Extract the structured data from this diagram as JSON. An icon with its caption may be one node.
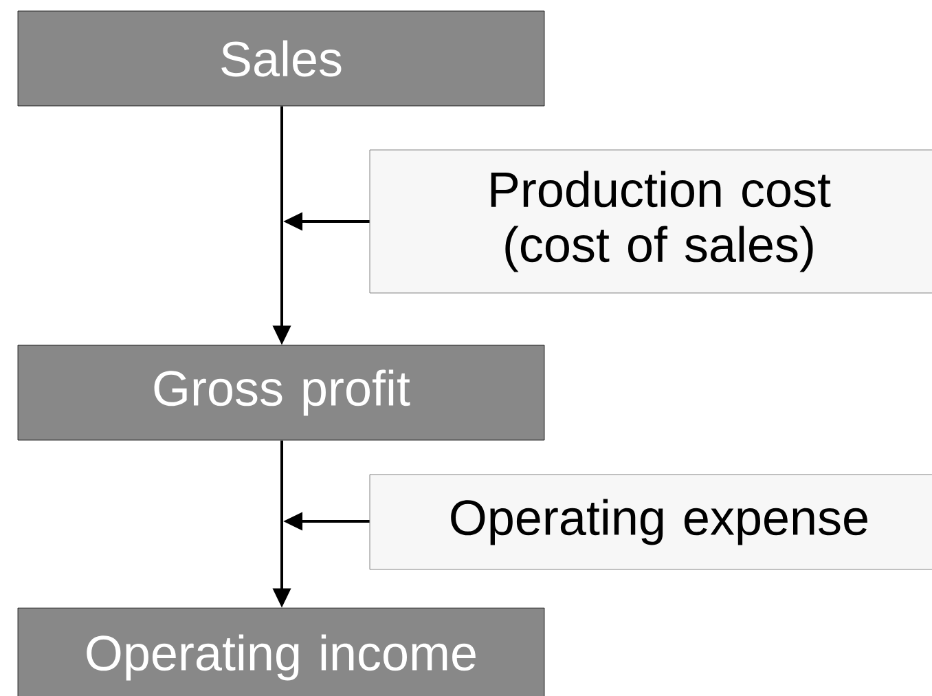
{
  "diagram": {
    "nodes": [
      {
        "text": [
          "Sales"
        ]
      },
      {
        "text": [
          "Production cost (cost of sales)"
        ]
      },
      {
        "text": [
          "Gross profit"
        ]
      },
      {
        "text": [
          "Operating expense"
        ]
      },
      {
        "text": [
          "Operating income"
        ]
      }
    ],
    "edges": [
      {
        "from": 0,
        "to": 2,
        "arrow": "to"
      },
      {
        "from": 1,
        "to": null,
        "arrow": "to"
      },
      {
        "from": 2,
        "to": 4,
        "arrow": "to"
      },
      {
        "from": 3,
        "to": null,
        "arrow": "to"
      }
    ]
  }
}
